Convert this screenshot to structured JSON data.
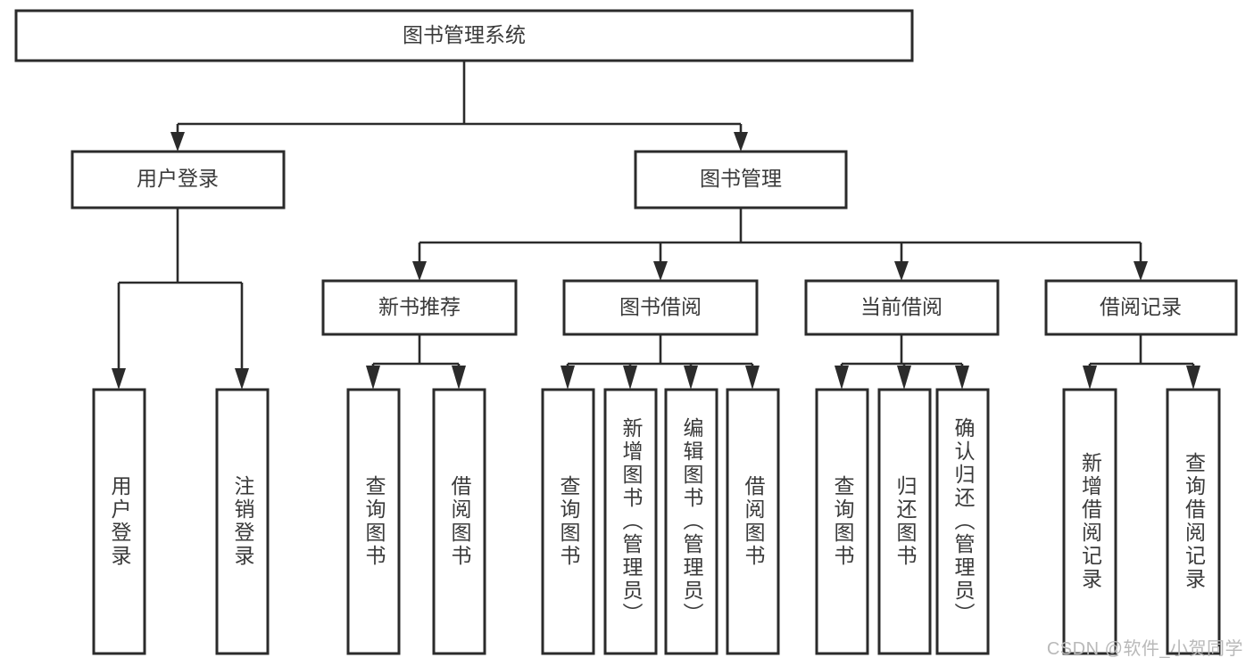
{
  "diagram": {
    "title": "图书管理系统",
    "type": "hierarchy-tree",
    "watermark": "CSDN @软件_小贺同学",
    "colors": {
      "stroke": "#2b2b2b",
      "fill": "#ffffff",
      "text": "#3a3a3a",
      "watermark": "#b9b9b9",
      "background": "#ffffff"
    },
    "levels": {
      "root": {
        "label": "图书管理系统",
        "orientation": "horizontal"
      },
      "level1": [
        {
          "label": "用户登录",
          "orientation": "horizontal"
        },
        {
          "label": "图书管理",
          "orientation": "horizontal"
        }
      ],
      "level2": [
        {
          "label": "新书推荐",
          "orientation": "horizontal",
          "parent": "图书管理"
        },
        {
          "label": "图书借阅",
          "orientation": "horizontal",
          "parent": "图书管理"
        },
        {
          "label": "当前借阅",
          "orientation": "horizontal",
          "parent": "图书管理"
        },
        {
          "label": "借阅记录",
          "orientation": "horizontal",
          "parent": "图书管理"
        }
      ],
      "leaves": {
        "用户登录": [
          {
            "label": "用户登录",
            "orientation": "vertical"
          },
          {
            "label": "注销登录",
            "orientation": "vertical"
          }
        ],
        "新书推荐": [
          {
            "label": "查询图书",
            "orientation": "vertical"
          },
          {
            "label": "借阅图书",
            "orientation": "vertical"
          }
        ],
        "图书借阅": [
          {
            "label": "查询图书",
            "orientation": "vertical"
          },
          {
            "label": "新增图书（管理员）",
            "orientation": "vertical"
          },
          {
            "label": "编辑图书（管理员）",
            "orientation": "vertical"
          },
          {
            "label": "借阅图书",
            "orientation": "vertical"
          }
        ],
        "当前借阅": [
          {
            "label": "查询图书",
            "orientation": "vertical"
          },
          {
            "label": "归还图书",
            "orientation": "vertical"
          },
          {
            "label": "确认归还（管理员）",
            "orientation": "vertical"
          }
        ],
        "借阅记录": [
          {
            "label": "新增借阅记录",
            "orientation": "vertical"
          },
          {
            "label": "查询借阅记录",
            "orientation": "vertical"
          }
        ]
      }
    }
  }
}
